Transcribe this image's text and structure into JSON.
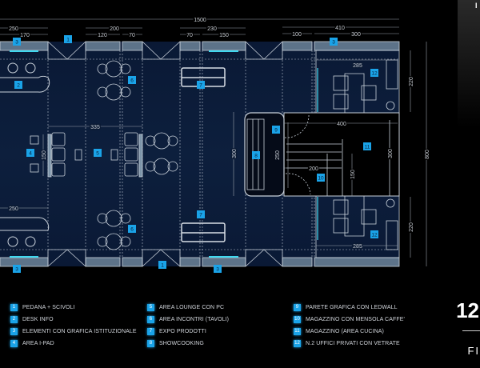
{
  "dimensions": {
    "total_width": "1500",
    "top": [
      "250",
      "170",
      "200",
      "120",
      "70",
      "230",
      "70",
      "150",
      "410",
      "100",
      "300"
    ],
    "inner": [
      "335",
      "150",
      "250",
      "300",
      "250",
      "400",
      "200",
      "150",
      "300",
      "285",
      "285"
    ],
    "right": [
      "220",
      "220",
      "800"
    ]
  },
  "markers": [
    {
      "num": "3",
      "label": "ELEMENTI CON GRAFICA ISTITUZIONALE"
    },
    {
      "num": "1",
      "label": "PEDANA + SCIVOLI"
    },
    {
      "num": "2",
      "label": "DESK INFO"
    },
    {
      "num": "4",
      "label": "AREA I-PAD"
    },
    {
      "num": "5",
      "label": "AREA LOUNGE CON PC"
    },
    {
      "num": "6",
      "label": "AREA INCONTRI (TAVOLI)"
    },
    {
      "num": "7",
      "label": "EXPO PRODOTTI"
    },
    {
      "num": "8",
      "label": "SHOWCOOKING"
    },
    {
      "num": "9",
      "label": "PARETE GRAFICA CON LEDWALL"
    },
    {
      "num": "10",
      "label": "MAGAZZINO CON MENSOLA CAFFE'"
    },
    {
      "num": "11",
      "label": "MAGAZZINO (AREA CUCINA)"
    },
    {
      "num": "12",
      "label": "N.2 UFFICI PRIVATI CON VETRATE"
    }
  ],
  "legend": [
    {
      "num": "1",
      "label": "PEDANA + SCIVOLI"
    },
    {
      "num": "2",
      "label": "DESK INFO"
    },
    {
      "num": "3",
      "label": "ELEMENTI CON GRAFICA ISTITUZIONALE"
    },
    {
      "num": "4",
      "label": "AREA I-PAD"
    },
    {
      "num": "5",
      "label": "AREA LOUNGE CON PC"
    },
    {
      "num": "6",
      "label": "AREA INCONTRI (TAVOLI)"
    },
    {
      "num": "7",
      "label": "EXPO PRODOTTI"
    },
    {
      "num": "8",
      "label": "SHOWCOOKING"
    },
    {
      "num": "9",
      "label": "PARETE GRAFICA CON LEDWALL"
    },
    {
      "num": "10",
      "label": "MAGAZZINO CON MENSOLA CAFFE'"
    },
    {
      "num": "11",
      "label": "MAGAZZINO (AREA CUCINA)"
    },
    {
      "num": "12",
      "label": "N.2 UFFICI PRIVATI CON VETRATE"
    }
  ],
  "logo": {
    "number": "12",
    "text": "FI",
    "panel_char": "I"
  },
  "colors": {
    "marker": "#1aa3e8",
    "floor": "#0b1a33",
    "wall": "#5d7389",
    "led": "#3fd8f0"
  }
}
